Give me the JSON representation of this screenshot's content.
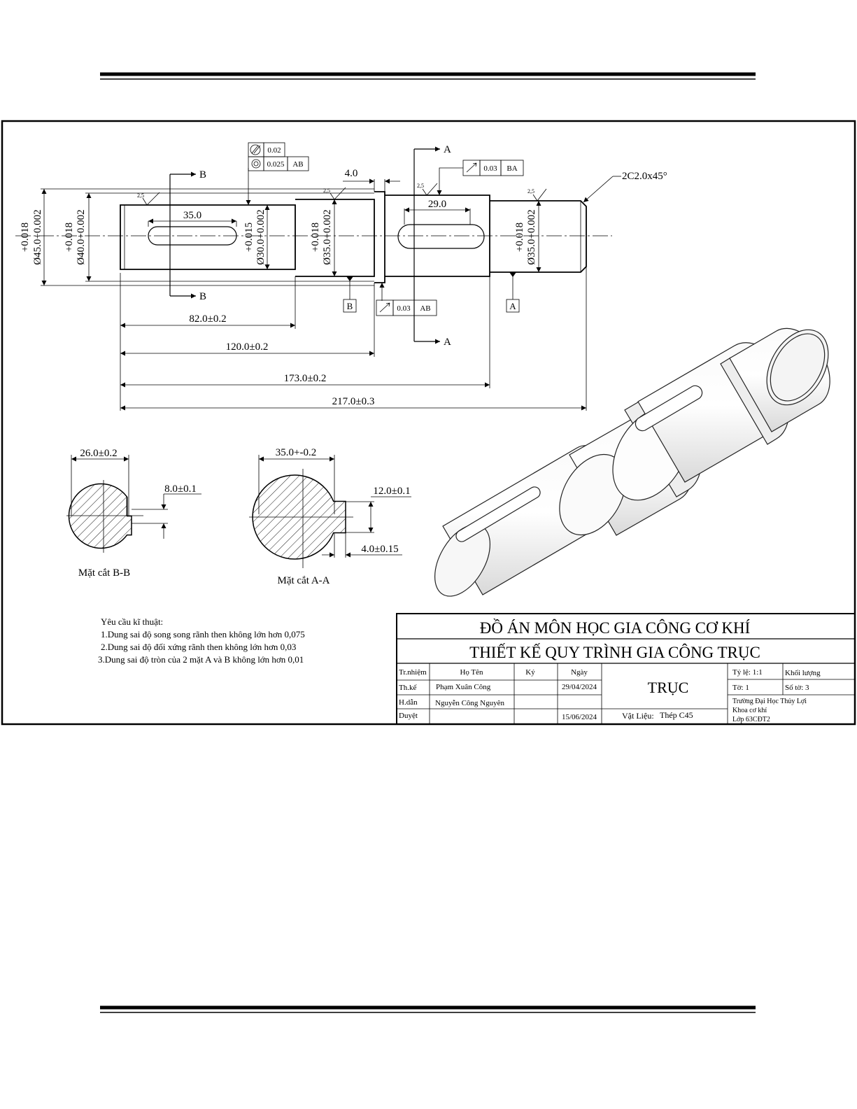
{
  "dimensions": {
    "d45": "Ø45.0+0.002",
    "d45_tol": "+0.018",
    "d40": "Ø40.0+0.002",
    "d40_tol": "+0.018",
    "d30": "Ø30.0+0.002",
    "d30_tol": "+0.015",
    "d35a": "Ø35.0+0.002",
    "d35a_tol": "+0.018",
    "d35b": "Ø35.0+0.002",
    "d35b_tol": "+0.018",
    "key1_len": "35.0",
    "key2_len": "29.0",
    "collar": "4.0",
    "chamfer": "2C2.0x45°",
    "l82": "82.0±0.2",
    "l120": "120.0±0.2",
    "l173": "173.0±0.2",
    "l217": "217.0±0.3",
    "rough": "2,5",
    "sec_b_width": "26.0±0.2",
    "sec_b_depth": "8.0±0.1",
    "sec_a_width": "35.0+-0.2",
    "sec_a_depth": "12.0±0.1",
    "sec_a_key": "4.0±0.15"
  },
  "tolerances": {
    "cyl_value": "0.02",
    "conc_value": "0.025",
    "conc_ref": "AB",
    "runout_top_value": "0.03",
    "runout_top_ref": "BA",
    "runout_bot_value": "0.03",
    "runout_bot_ref": "AB",
    "datum_a": "A",
    "datum_b": "B"
  },
  "sections": {
    "cut_a": "A",
    "cut_b": "B",
    "b_label": "Mặt cắt B-B",
    "a_label": "Mặt cắt A-A"
  },
  "notes": {
    "heading": "Yêu cầu kĩ thuật:",
    "line1": "1.Dung sai độ song song rãnh then không lớn hơn 0,075",
    "line2": "2.Dung sai độ đối xứng rãnh then không lớn hơn 0,03",
    "line3": "3.Dung sai độ tròn của 2 mặt A và B không lớn hơn 0,01"
  },
  "title_block": {
    "project": "ĐỒ ÁN MÔN HỌC GIA CÔNG CƠ KHÍ",
    "subject": "THIẾT KẾ QUY TRÌNH GIA CÔNG TRỤC",
    "part_name": "TRỤC",
    "h_role": "Tr.nhiệm",
    "h_name": "Họ Tên",
    "h_sign": "Ký",
    "h_date": "Ngày",
    "r1_role": "Th.kế",
    "r1_name": "Phạm Xuân Công",
    "r1_date": "29/04/2024",
    "r2_role": "H.dẫn",
    "r2_name": "Nguyễn Công Nguyên",
    "r3_role": "Duyệt",
    "r3_date": "15/06/2024",
    "material_label": "Vật Liệu:",
    "material": "Thép C45",
    "scale": "Tỷ lệ: 1:1",
    "mass": "Khối lượng",
    "sheet": "Tờ: 1",
    "sheets": "Số tờ:  3",
    "school": "Trường Đại Học Thủy Lợi",
    "faculty": "Khoa cơ khí",
    "class": "Lớp 63CĐT2"
  }
}
